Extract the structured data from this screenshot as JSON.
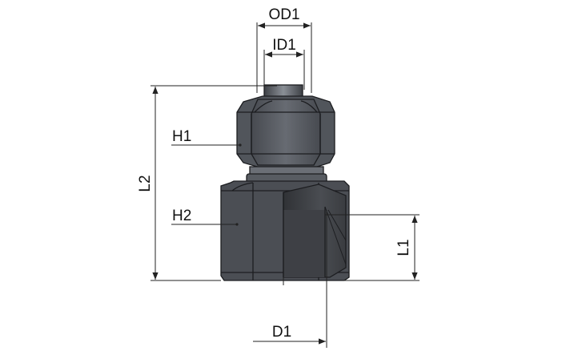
{
  "labels": {
    "od1": "OD1",
    "id1": "ID1",
    "h1": "H1",
    "h2": "H2",
    "l2": "L2",
    "l1": "L1",
    "d1": "D1"
  },
  "colors": {
    "body_dark": "#45484d",
    "body_mid": "#5c6066",
    "body_light": "#7a7f86",
    "edge": "#1c1d20",
    "dimension": "#222222"
  }
}
